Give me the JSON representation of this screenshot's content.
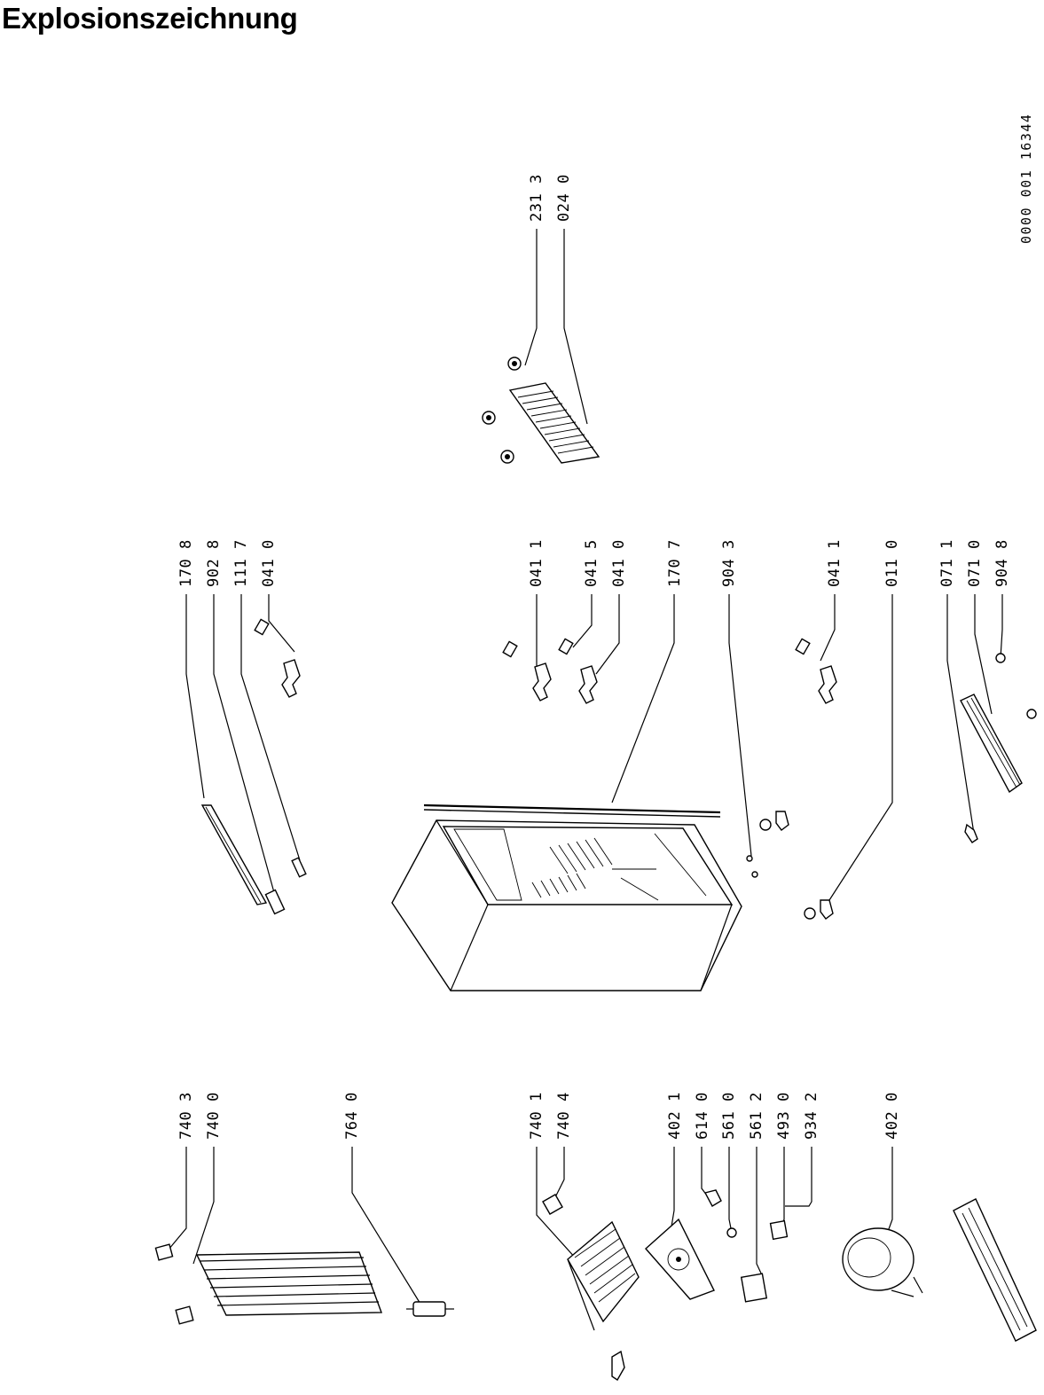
{
  "title": "Explosionszeichnung",
  "document_number": "0000 001 16344",
  "part_labels": [
    {
      "id": "p2313",
      "text": "231 3"
    },
    {
      "id": "p0240",
      "text": "024 0"
    },
    {
      "id": "p1708",
      "text": "170 8"
    },
    {
      "id": "p9028",
      "text": "902 8"
    },
    {
      "id": "p1117",
      "text": "111 7"
    },
    {
      "id": "p0410a",
      "text": "041 0"
    },
    {
      "id": "p0411a",
      "text": "041 1"
    },
    {
      "id": "p0415",
      "text": "041 5"
    },
    {
      "id": "p0410b",
      "text": "041 0"
    },
    {
      "id": "p1707",
      "text": "170 7"
    },
    {
      "id": "p9043",
      "text": "904 3"
    },
    {
      "id": "p0411b",
      "text": "041 1"
    },
    {
      "id": "p0110",
      "text": "011 0"
    },
    {
      "id": "p0711",
      "text": "071 1"
    },
    {
      "id": "p0710",
      "text": "071 0"
    },
    {
      "id": "p9048",
      "text": "904 8"
    },
    {
      "id": "p7403",
      "text": "740 3"
    },
    {
      "id": "p7400",
      "text": "740 0"
    },
    {
      "id": "p7640",
      "text": "764 0"
    },
    {
      "id": "p7401",
      "text": "740 1"
    },
    {
      "id": "p7404",
      "text": "740 4"
    },
    {
      "id": "p4021",
      "text": "402 1"
    },
    {
      "id": "p6140",
      "text": "614 0"
    },
    {
      "id": "p5610",
      "text": "561 0"
    },
    {
      "id": "p5612",
      "text": "561 2"
    },
    {
      "id": "p4930",
      "text": "493 0"
    },
    {
      "id": "p9342",
      "text": "934 2"
    },
    {
      "id": "p4020",
      "text": "402 0"
    }
  ]
}
